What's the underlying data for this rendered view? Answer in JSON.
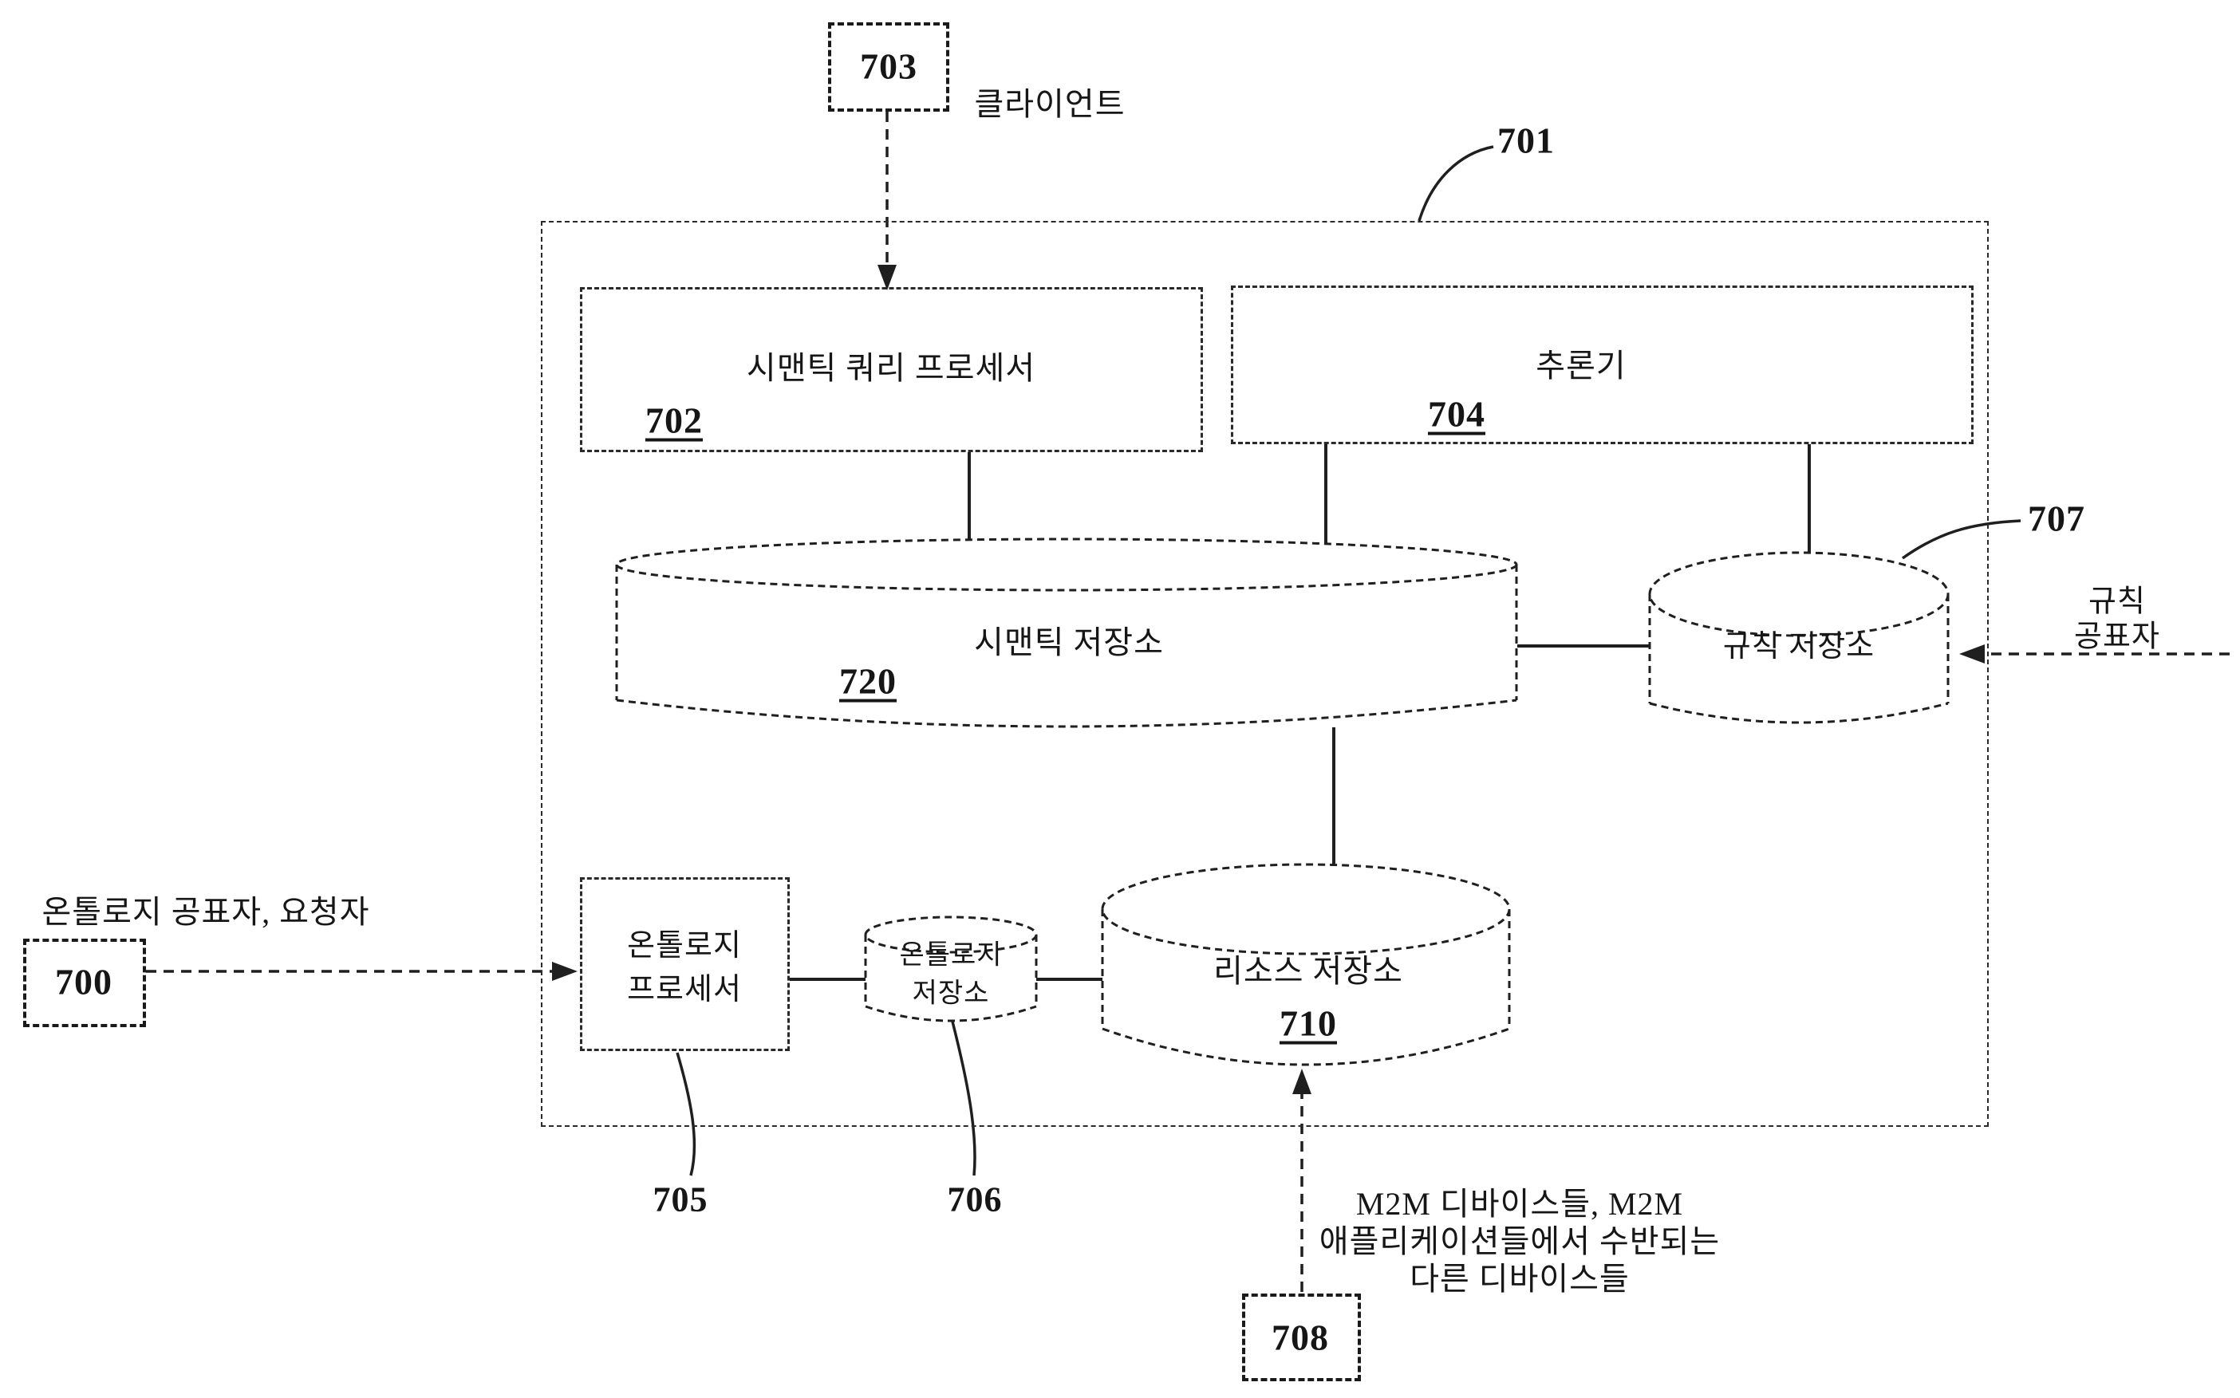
{
  "figure": {
    "ink_color": "#1a1a1a",
    "background_color": "#ffffff",
    "system_boundary": {
      "ref": "701"
    },
    "client": {
      "ref": "703",
      "label": "클라이언트"
    },
    "semantic_query_processor": {
      "title": "시맨틱 쿼리 프로세서",
      "ref": "702"
    },
    "reasoner": {
      "title": "추론기",
      "ref": "704"
    },
    "semantic_store": {
      "title": "시맨틱 저장소",
      "ref": "720"
    },
    "rule_store": {
      "title": "규칙 저장소",
      "ref": "707"
    },
    "rule_publisher": {
      "line1": "규칙",
      "line2": "공표자"
    },
    "ontology_publisher": {
      "label": "온톨로지 공표자, 요청자",
      "ref": "700"
    },
    "ontology_processor": {
      "line1": "온톨로지",
      "line2": "프로세서",
      "ref": "705"
    },
    "ontology_store": {
      "line1": "온톨로지",
      "line2": "저장소",
      "ref": "706"
    },
    "resource_store": {
      "title": "리소스 저장소",
      "ref": "710"
    },
    "m2m_devices": {
      "line1": "M2M 디바이스들, M2M",
      "line2": "애플리케이션들에서 수반되는",
      "line3": "다른 디바이스들",
      "ref": "708"
    }
  }
}
